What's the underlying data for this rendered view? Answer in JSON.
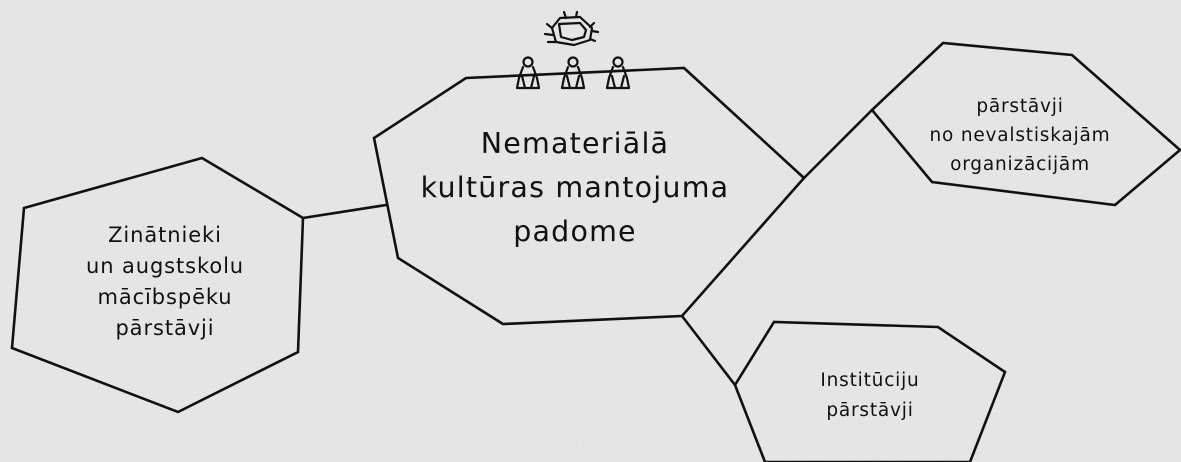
{
  "diagram": {
    "center": {
      "lines": [
        "Nemateriālā",
        "kultūras mantojuma",
        "padome"
      ]
    },
    "left": {
      "lines": [
        "Zinātnieki",
        "un augstskolu",
        "mācībspēku",
        "pārstāvji"
      ]
    },
    "top_right": {
      "lines": [
        "pārstāvji",
        "no nevalstiskajām",
        "organizācijām"
      ]
    },
    "bottom_right": {
      "lines": [
        "Institūciju",
        "pārstāvji"
      ]
    },
    "icons": [
      "wreath-icon",
      "person-icon",
      "person-icon",
      "person-icon"
    ]
  },
  "colors": {
    "background": "#e9e9e9",
    "ink": "#111111"
  }
}
